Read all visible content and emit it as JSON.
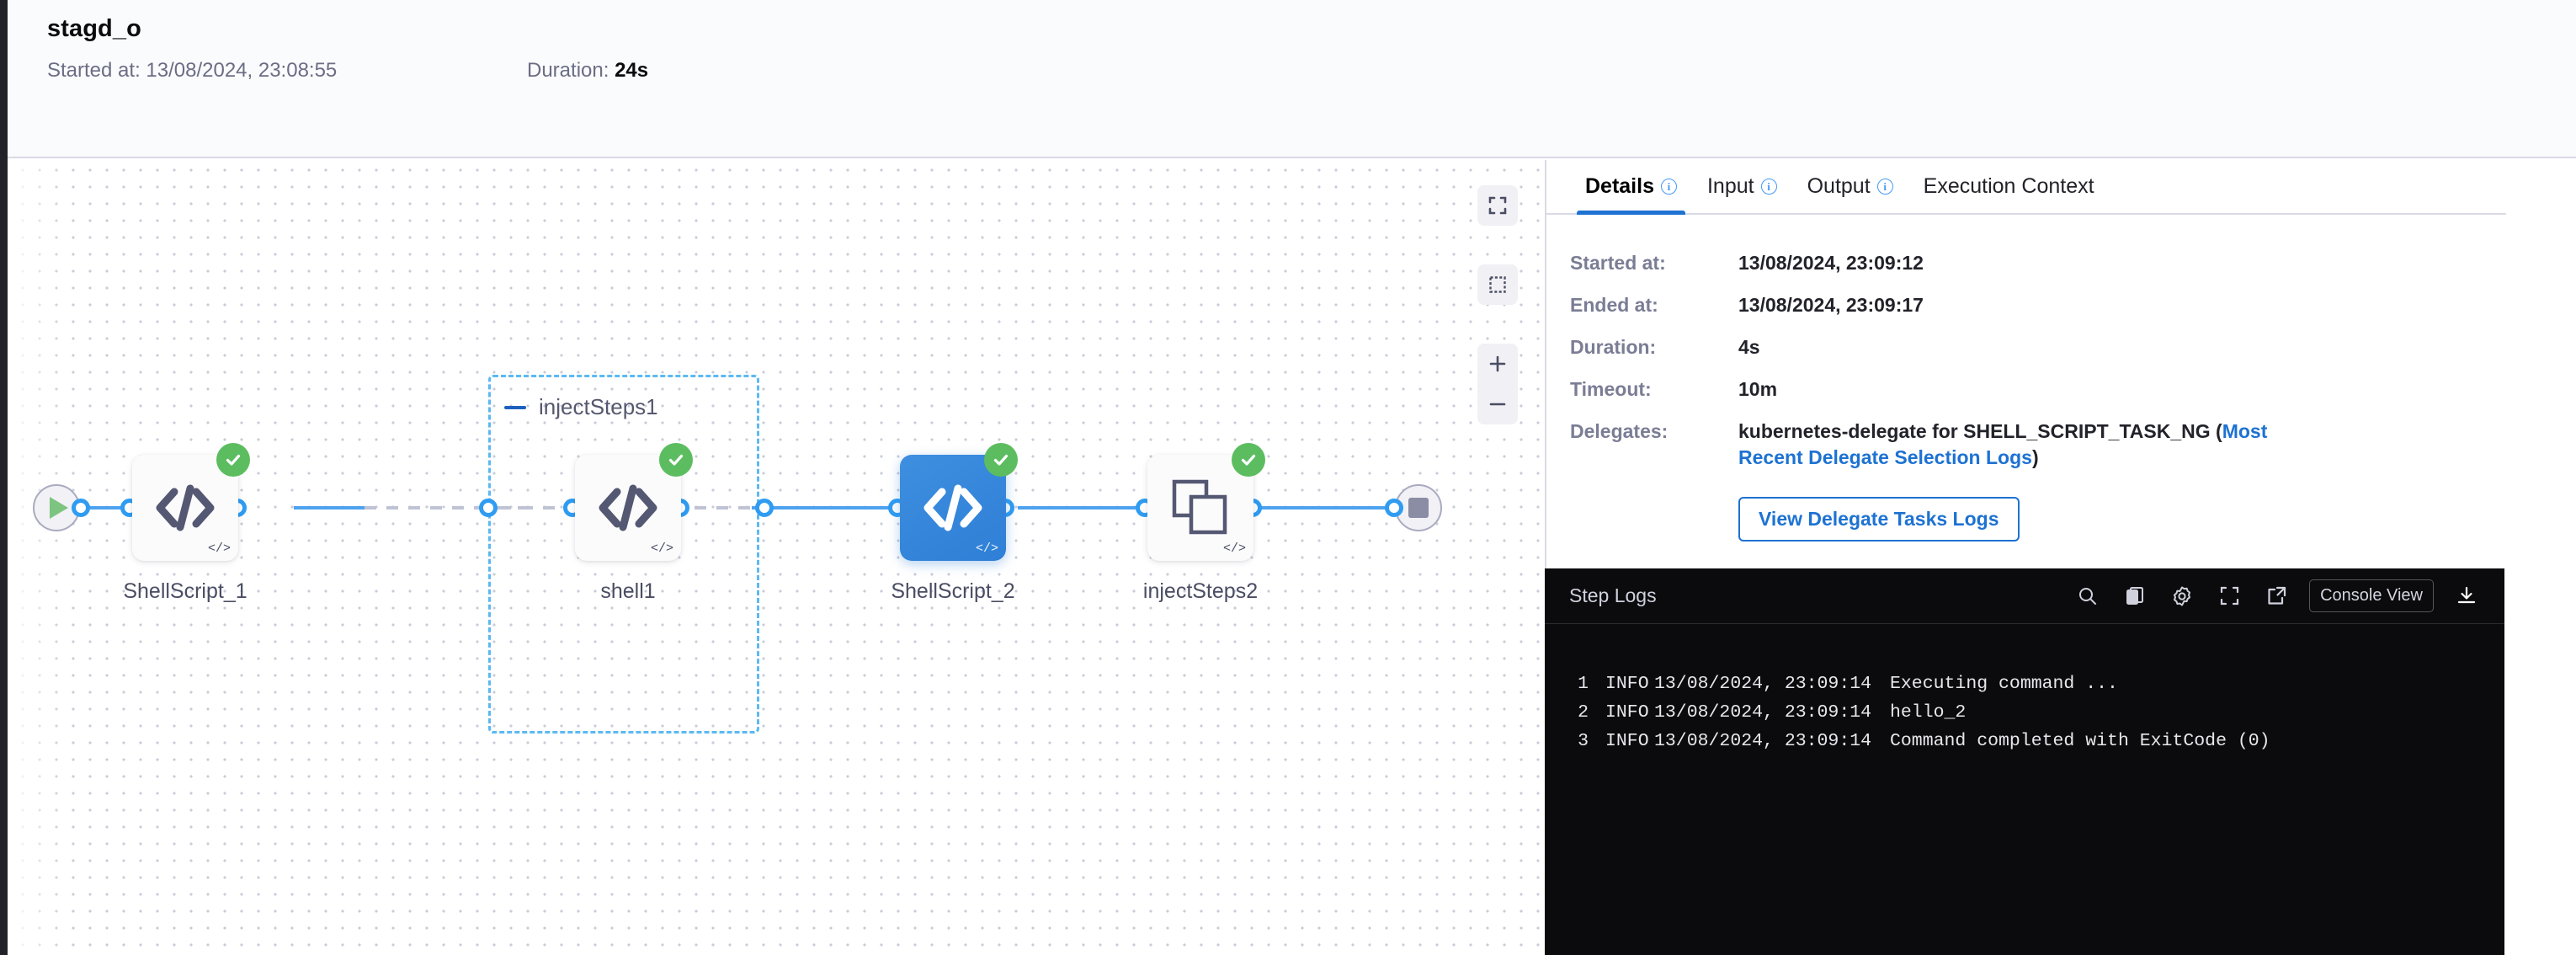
{
  "header": {
    "title": "stagd_o",
    "started_label": "Started at:",
    "started_value": "13/08/2024, 23:08:55",
    "duration_label": "Duration:",
    "duration_value": "24s"
  },
  "canvas": {
    "start_node": "start-node",
    "end_node": "end-node",
    "group": {
      "title": "injectSteps1"
    },
    "nodes": [
      {
        "label": "ShellScript_1",
        "type": "shell-script",
        "status": "success",
        "selected": false,
        "corner": "</>"
      },
      {
        "label": "shell1",
        "type": "shell-script",
        "status": "success",
        "selected": false,
        "corner": "</>"
      },
      {
        "label": "ShellScript_2",
        "type": "shell-script",
        "status": "success",
        "selected": true,
        "corner": "</>"
      },
      {
        "label": "injectSteps2",
        "type": "step-group",
        "status": "success",
        "selected": false,
        "corner": "</>"
      }
    ],
    "controls": [
      {
        "name": "fit-to-screen-button"
      },
      {
        "name": "selection-box-button"
      },
      {
        "name": "zoom-in-button"
      },
      {
        "name": "zoom-out-button"
      }
    ]
  },
  "panel": {
    "tabs": [
      {
        "label": "Details",
        "has_info": true,
        "active": true
      },
      {
        "label": "Input",
        "has_info": true,
        "active": false
      },
      {
        "label": "Output",
        "has_info": true,
        "active": false
      },
      {
        "label": "Execution Context",
        "has_info": false,
        "active": false
      }
    ],
    "details": {
      "started_at_label": "Started at:",
      "started_at_value": "13/08/2024, 23:09:12",
      "ended_at_label": "Ended at:",
      "ended_at_value": "13/08/2024, 23:09:17",
      "duration_label": "Duration:",
      "duration_value": "4s",
      "timeout_label": "Timeout:",
      "timeout_value": "10m",
      "delegates_label": "Delegates:",
      "delegates_value_prefix": "kubernetes-delegate for SHELL_SCRIPT_TASK_NG (",
      "delegates_link": "Most Recent Delegate Selection Logs",
      "delegates_value_suffix": ")",
      "view_logs_button": "View Delegate Tasks Logs"
    }
  },
  "logs": {
    "title": "Step Logs",
    "console_view_button": "Console View",
    "actions": [
      {
        "name": "search-icon"
      },
      {
        "name": "copy-icon"
      },
      {
        "name": "gear-icon"
      },
      {
        "name": "fullscreen-icon"
      },
      {
        "name": "open-external-icon"
      },
      {
        "name": "download-icon"
      }
    ],
    "lines": [
      {
        "num": "1",
        "level": "INFO",
        "time": "13/08/2024, 23:09:14",
        "message": "Executing command ..."
      },
      {
        "num": "2",
        "level": "INFO",
        "time": "13/08/2024, 23:09:14",
        "message": "hello_2"
      },
      {
        "num": "3",
        "level": "INFO",
        "time": "13/08/2024, 23:09:14",
        "message": "Command completed with ExitCode (0)"
      }
    ]
  },
  "colors": {
    "accent_blue": "#1d72d2",
    "edge_blue": "#4da2f0",
    "success_green": "#5bbd5f",
    "selected_node": "#2e7fd6",
    "console_bg": "#0b0b0d"
  }
}
